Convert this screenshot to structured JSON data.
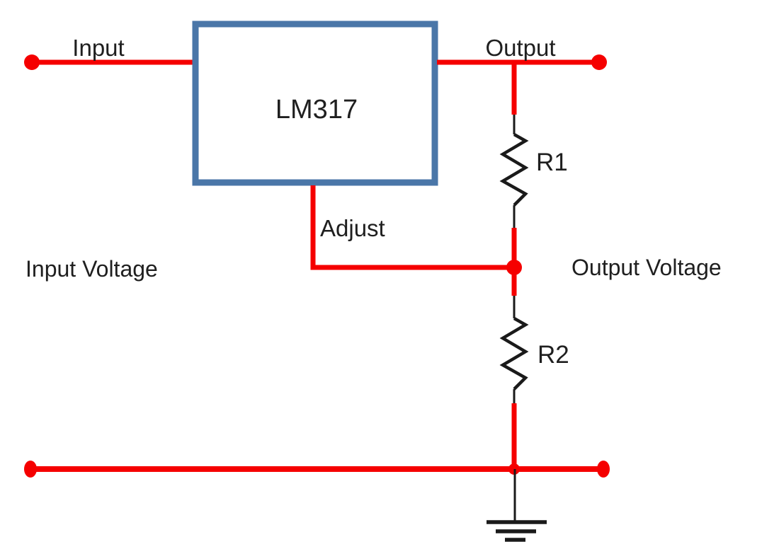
{
  "diagram": {
    "regulator_label": "LM317",
    "pin_labels": {
      "input": "Input",
      "output": "Output",
      "adjust": "Adjust"
    },
    "resistor_labels": {
      "r1": "R1",
      "r2": "R2"
    },
    "voltage_labels": {
      "input": "Input Voltage",
      "output": "Output Voltage"
    },
    "colors": {
      "wire": "#f50000",
      "component": "#1a1a1a",
      "regulator_border": "#4a76a8",
      "text": "#1f1f1f",
      "background": "#ffffff"
    }
  }
}
